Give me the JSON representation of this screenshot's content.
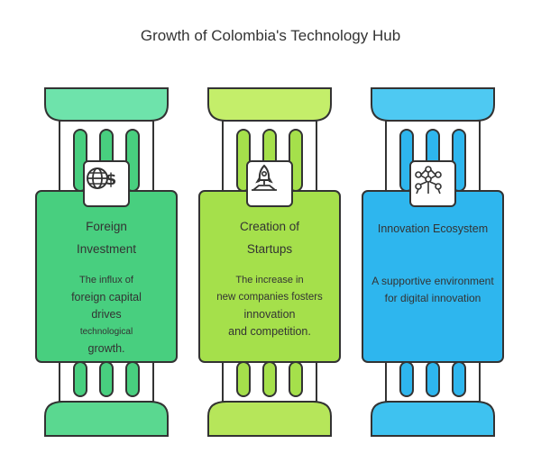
{
  "title": "Growth of Colombia's Technology Hub",
  "colors": {
    "pillar1_top": "#6ee3ab",
    "pillar1_body": "#48cf7f",
    "pillar1_bottom": "#5ad890",
    "pillar2_top": "#c4ee6a",
    "pillar2_body": "#a5e04b",
    "pillar2_bottom": "#b6e65a",
    "pillar3_top": "#4ec9f2",
    "pillar3_body": "#2eb6ee",
    "pillar3_bottom": "#3ec2f0",
    "outline": "#333333"
  },
  "pillars": [
    {
      "title_lines": [
        "Foreign",
        "Investment"
      ],
      "desc_lines": [
        "The influx of",
        "foreign capital",
        "drives",
        "technological",
        "growth."
      ],
      "icon": "globe-dollar-icon"
    },
    {
      "title_lines": [
        "Creation of",
        "Startups"
      ],
      "desc_lines": [
        "The increase in",
        "new companies fosters",
        "innovation",
        "and competition."
      ],
      "icon": "rocket-launch-icon"
    },
    {
      "title_lines": [
        "Innovation Ecosystem"
      ],
      "desc_lines": [
        "A supportive environment",
        "for digital innovation"
      ],
      "icon": "network-atom-icon"
    }
  ]
}
